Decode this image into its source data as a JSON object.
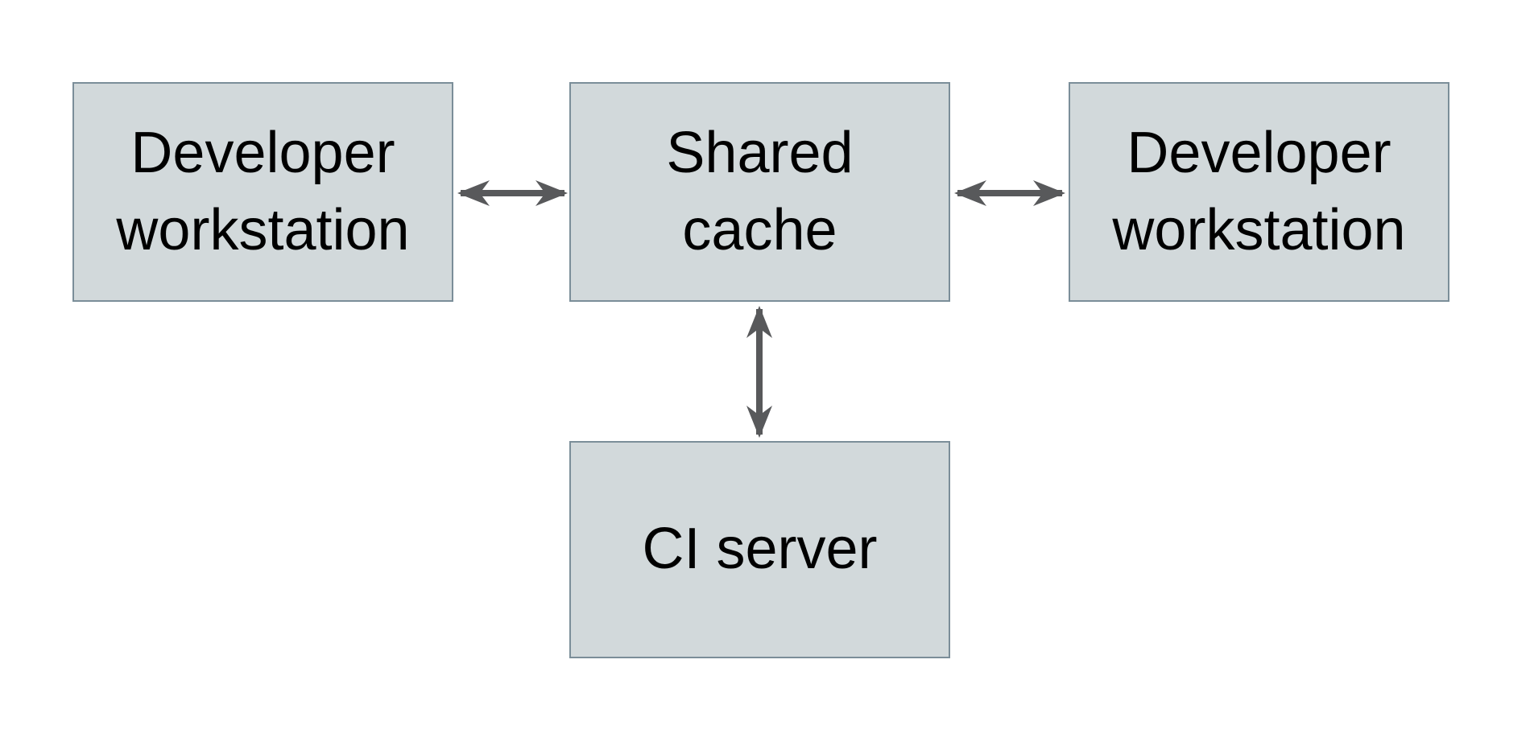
{
  "diagram": {
    "background_color": "#ffffff",
    "node_fill_color": "#d2d9db",
    "node_border_color": "#7b8e99",
    "arrow_color": "#58595b",
    "text_color": "#000000",
    "nodes": [
      {
        "id": "developer-workstation-left",
        "label": "Developer\nworkstation"
      },
      {
        "id": "shared-cache",
        "label": "Shared\ncache"
      },
      {
        "id": "developer-workstation-right",
        "label": "Developer\nworkstation"
      },
      {
        "id": "ci-server",
        "label": "CI server"
      }
    ],
    "edges": [
      {
        "from": "developer-workstation-left",
        "to": "shared-cache",
        "direction": "bidirectional",
        "orientation": "horizontal"
      },
      {
        "from": "developer-workstation-right",
        "to": "shared-cache",
        "direction": "bidirectional",
        "orientation": "horizontal"
      },
      {
        "from": "ci-server",
        "to": "shared-cache",
        "direction": "bidirectional",
        "orientation": "vertical"
      }
    ]
  }
}
